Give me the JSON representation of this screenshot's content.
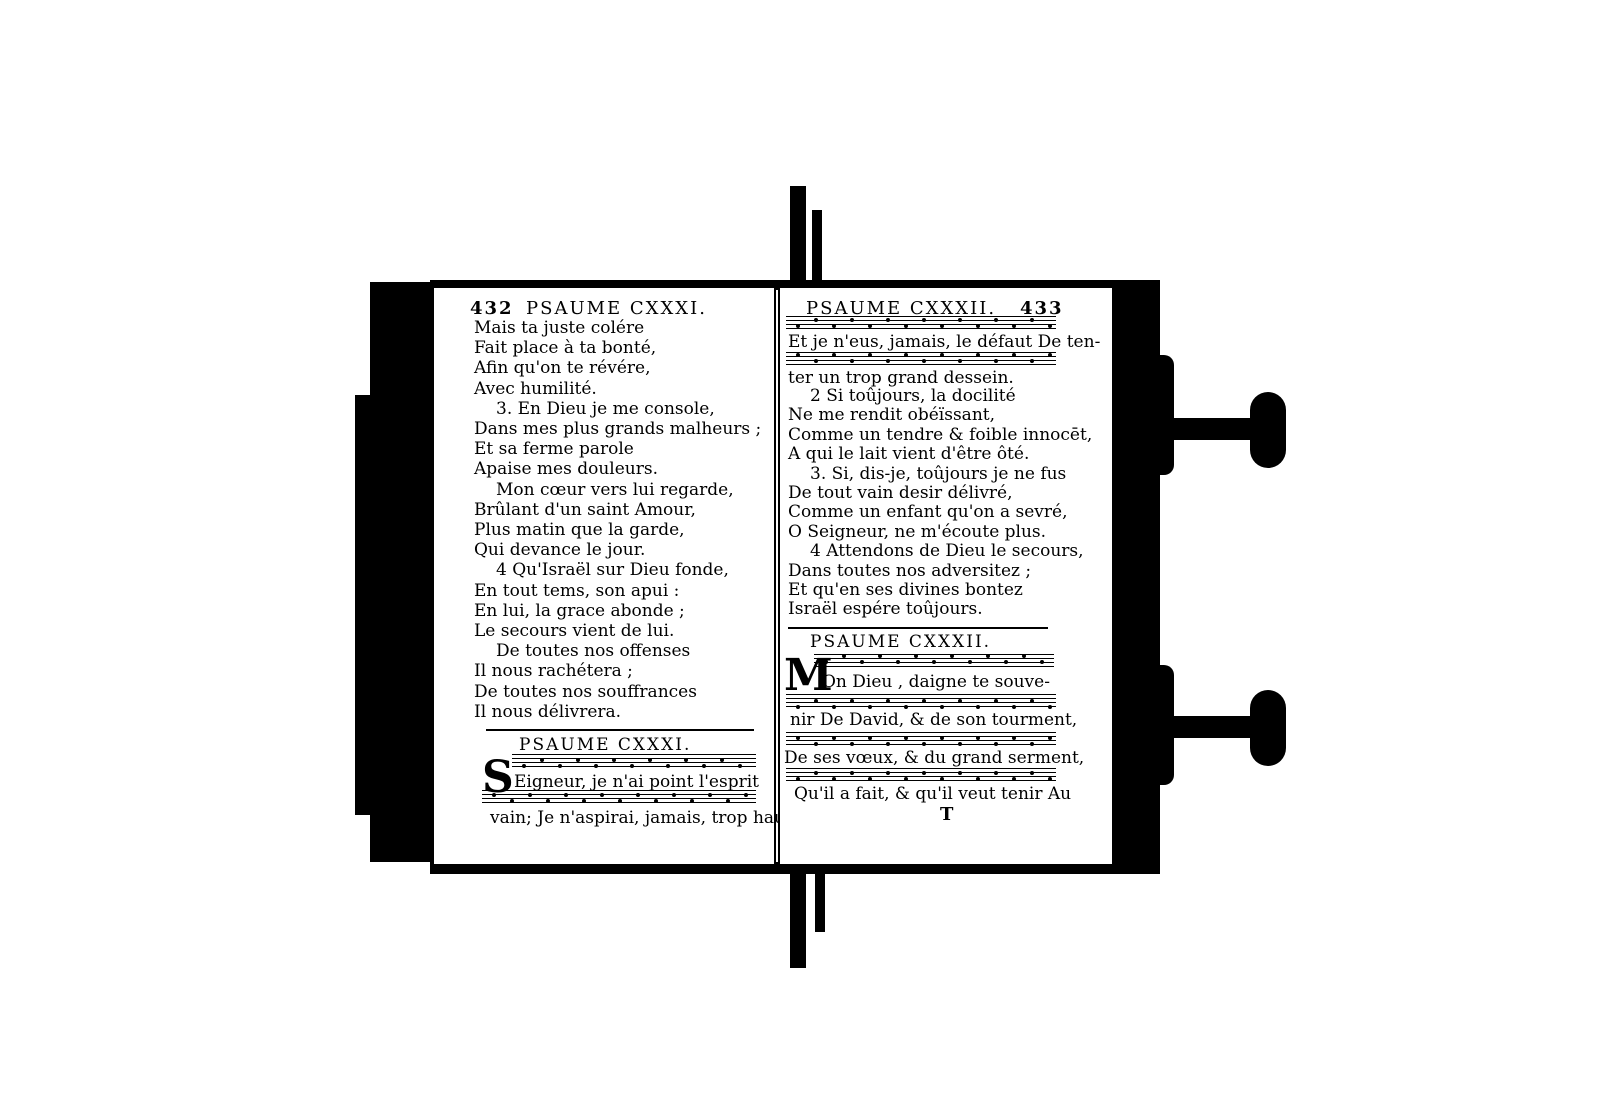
{
  "left_page": {
    "page_number": "432",
    "running_title": "PSAUME CXXXI.",
    "verses": [
      "Mais ta juste colére",
      "Fait place à ta bonté,",
      "Afin qu'on te révére,",
      "Avec humilité.",
      "3. En Dieu je me console,",
      "Dans mes plus grands malheurs ;",
      "Et sa ferme parole",
      "Apaise mes douleurs.",
      "Mon cœur vers lui regarde,",
      "Brûlant d'un saint Amour,",
      "Plus matin que la garde,",
      "Qui devance le jour.",
      "4 Qu'Israël sur Dieu fonde,",
      "En tout tems, son apui :",
      "En lui, la grace abonde ;",
      "Le secours vient de lui.",
      "De toutes nos offenses",
      "Il nous rachétera ;",
      "De toutes nos souffrances",
      "Il nous délivrera."
    ],
    "new_psalm_title": "PSAUME CXXXI.",
    "drop_cap": "S",
    "music_lyrics": [
      "Eigneur, je n'ai point l'esprit",
      "vain; Je n'aspirai, jamais, trop haut;"
    ]
  },
  "right_page": {
    "page_number": "433",
    "running_title": "PSAUME CXXXII.",
    "music_lyrics_top": [
      "Et je n'eus, jamais, le défaut De ten-",
      "ter un trop grand dessein."
    ],
    "verses": [
      "2 Si toûjours, la docilité",
      "Ne me rendit obéïssant,",
      "Comme un tendre & foible innocēt,",
      "A qui le lait vient d'être ôté.",
      "3. Si, dis-je, toûjours je ne fus",
      "De tout vain desir délivré,",
      "Comme un enfant qu'on a sevré,",
      "O Seigneur, ne m'écoute plus.",
      "4 Attendons de Dieu le secours,",
      "Dans toutes nos adversitez ;",
      "Et qu'en ses divines bontez",
      "Israël espére toûjours."
    ],
    "new_psalm_title": "PSAUME CXXXII.",
    "drop_cap": "M",
    "music_lyrics": [
      "On Dieu , daigne te souve-",
      "nir De David, & de son tourment,",
      "De ses vœux, & du grand serment,",
      "Qu'il a fait, & qu'il veut tenir Au"
    ],
    "signature": "T"
  },
  "colors": {
    "ink": "#000000",
    "paper": "#ffffff"
  }
}
